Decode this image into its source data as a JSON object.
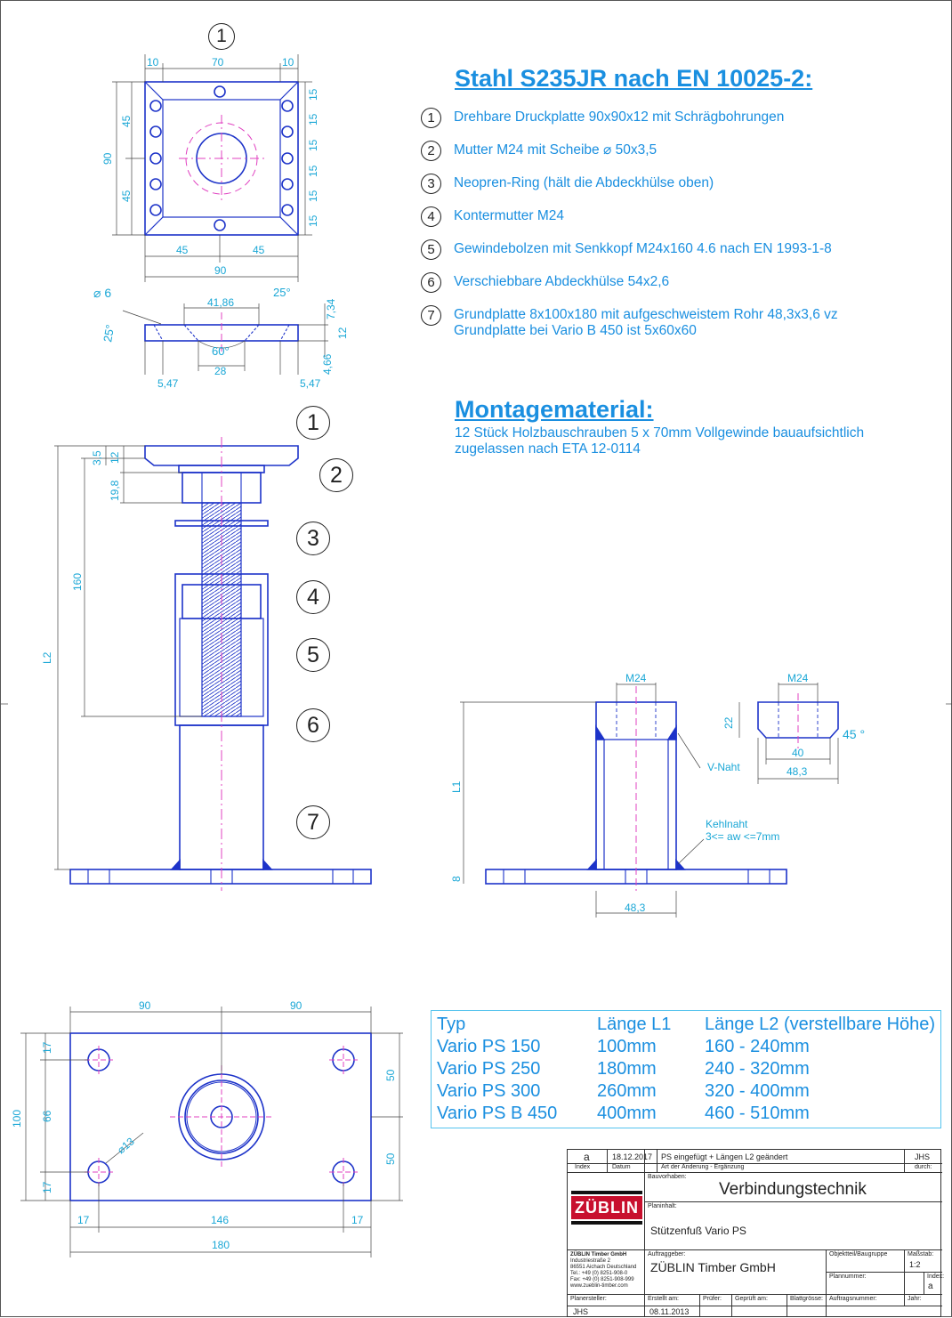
{
  "heading": "Stahl S235JR nach EN 10025-2:",
  "parts": [
    {
      "num": "1",
      "text": "Drehbare Druckplatte 90x90x12 mit Schrägbohrungen"
    },
    {
      "num": "2",
      "text": "Mutter M24 mit Scheibe ⌀ 50x3,5"
    },
    {
      "num": "3",
      "text": "Neopren-Ring (hält die Abdeckhülse oben)"
    },
    {
      "num": "4",
      "text": "Kontermutter M24"
    },
    {
      "num": "5",
      "text": "Gewindebolzen mit Senkkopf M24x160 4.6 nach EN 1993-1-8"
    },
    {
      "num": "6",
      "text": "Verschiebbare Abdeckhülse 54x2,6"
    },
    {
      "num": "7",
      "text": "Grundplatte 8x100x180 mit aufgeschweistem Rohr 48,3x3,6 vz",
      "text2": "Grundplatte bei Vario B 450 ist 5x60x60"
    }
  ],
  "montage": {
    "heading": "Montagematerial:",
    "line1": "12 Stück   Holzbauschrauben 5 x 70mm  Vollgewinde bauaufsichtlich",
    "line2": "zugelassen nach ETA 12-0114"
  },
  "callouts": [
    "1",
    "2",
    "3",
    "4",
    "5",
    "6",
    "7"
  ],
  "top_view": {
    "marker": "1",
    "dims": {
      "d10a": "10",
      "d70": "70",
      "d10b": "10",
      "d45a": "45",
      "d90": "90",
      "d45b": "45",
      "d15": "15",
      "b45a": "45",
      "b45b": "45",
      "b90": "90"
    }
  },
  "section_view": {
    "phi6": "⌀ 6",
    "d4186": "41,86",
    "a25a": "25°",
    "a25b": "25°",
    "d734": "7,34",
    "d12": "12",
    "a60": "60°",
    "d28": "28",
    "d466": "4,66",
    "d547a": "5,47",
    "d547b": "5,47"
  },
  "elevation": {
    "d35": "3,5",
    "d12": "12",
    "d198": "19,8",
    "d160": "160",
    "L2": "L2"
  },
  "weld_view": {
    "m24a": "M24",
    "m24b": "M24",
    "d22": "22",
    "a45": "45 °",
    "d40": "40",
    "d483a": "48,3",
    "vnaht": "V-Naht",
    "L1": "L1",
    "kehl1": "Kehlnaht",
    "kehl2": "3<= aw <=7mm",
    "d8": "8",
    "d483b": "48,3"
  },
  "base_view": {
    "d90a": "90",
    "d90b": "90",
    "d17a": "17",
    "d100": "100",
    "d66": "66",
    "d17b": "17",
    "d50a": "50",
    "d50b": "50",
    "phi13": "⌀13",
    "d17c": "17",
    "d146": "146",
    "d17d": "17",
    "d180": "180"
  },
  "type_table": {
    "headers": [
      "Typ",
      "Länge L1",
      "Länge L2 (verstellbare Höhe)"
    ],
    "rows": [
      [
        "Vario PS 150",
        "100mm",
        "160 - 240mm"
      ],
      [
        "Vario PS 250",
        "180mm",
        "240 - 320mm"
      ],
      [
        "Vario PS 300",
        "260mm",
        "320 - 400mm"
      ],
      [
        "Vario PS B 450",
        "400mm",
        "460 - 510mm"
      ]
    ]
  },
  "title_block": {
    "rev_index": "a",
    "rev_date": "18.12.2017",
    "rev_text": "PS eingefügt + Längen L2 geändert",
    "rev_by": "JHS",
    "lbl_index": "Index",
    "lbl_datum": "Datum",
    "lbl_aenderung": "Art der Änderung  -  Ergänzung",
    "lbl_durch": "durch:",
    "lbl_bauvorhaben": "Bauvorhaben:",
    "bauvorhaben": "Verbindungstechnik",
    "lbl_planinhalt": "Planinhalt:",
    "planinhalt": "Stützenfuß Vario PS",
    "logo": "ZÜBLIN",
    "company": [
      "ZÜBLIN Timber GmbH",
      "Industriestraße 2",
      "86551 Aichach Deutschland",
      "Tel.:  +49 (0) 8251-908-0",
      "Fax:  +49 (0) 8251-908-999",
      "www.zueblin-timber.com"
    ],
    "lbl_auftraggeber": "Auftraggeber:",
    "auftraggeber": "ZÜBLIN Timber GmbH",
    "lbl_objektteil": "Objektteil/Baugruppe",
    "lbl_massstab": "Maßstab:",
    "massstab": "1:2",
    "lbl_plannummer": "Plannummer:",
    "lbl_index2": "Index:",
    "index2": "a",
    "lbl_planersteller": "Planersteller:",
    "planersteller": "JHS",
    "lbl_erstellt": "Erstellt am:",
    "erstellt": "08.11.2013",
    "lbl_pruefer": "Prüfer:",
    "lbl_geprueft": "Geprüft am:",
    "lbl_blatt": "Blattgrösse:",
    "lbl_auftragsnr": "Auftragsnummer:",
    "lbl_jahr": "Jahr:"
  }
}
